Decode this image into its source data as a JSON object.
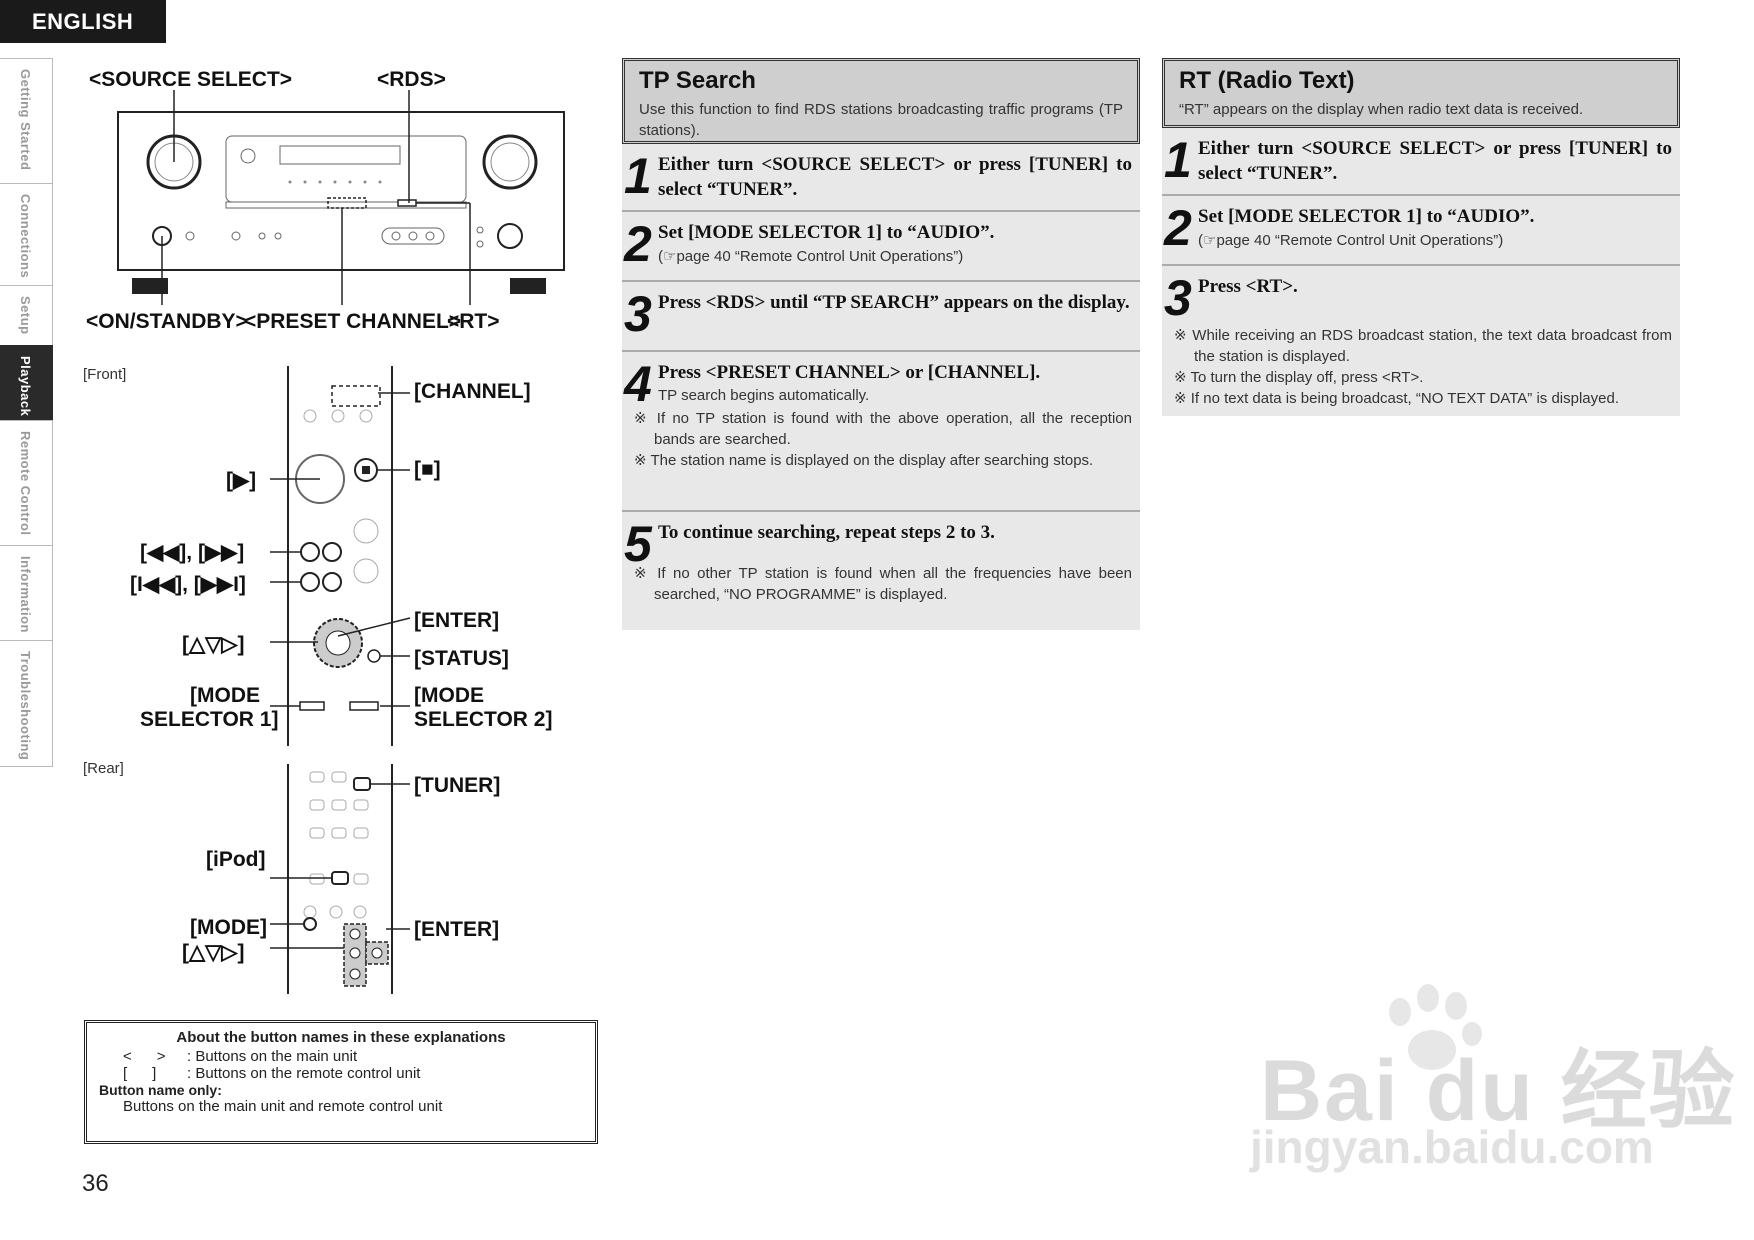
{
  "language_tab": "ENGLISH",
  "side_tabs": [
    "Getting Started",
    "Connections",
    "Setup",
    "Playback",
    "Remote Control",
    "Information",
    "Troubleshooting"
  ],
  "active_side_tab": "Playback",
  "unit_labels": {
    "source_select": "<SOURCE SELECT>",
    "rds": "<RDS>",
    "on_standby": "<ON/STANDBY>",
    "preset_channel": "<PRESET CHANNEL>",
    "rt": "<RT>"
  },
  "front_label": "[Front]",
  "rear_label": "[Rear]",
  "remote_front_labels": {
    "channel": "[CHANNEL]",
    "play": "[▶]",
    "stop": "[■]",
    "rew_ff": "[◀◀], [▶▶]",
    "skip": "[I◀◀], [▶▶I]",
    "enter": "[ENTER]",
    "cursor": "[△▽▷]",
    "status": "[STATUS]",
    "mode_selector1_a": "[MODE",
    "mode_selector1_b": "SELECTOR 1]",
    "mode_selector2_a": "[MODE",
    "mode_selector2_b": "SELECTOR 2]"
  },
  "remote_rear_labels": {
    "tuner": "[TUNER]",
    "ipod": "[iPod]",
    "mode": "[MODE]",
    "cursor": "[△▽▷]",
    "enter": "[ENTER]"
  },
  "tp_search": {
    "title": "TP Search",
    "subtitle": "Use this function to find RDS stations broadcasting traffic programs (TP stations).",
    "steps": [
      {
        "num": "1",
        "text": "Either turn <SOURCE SELECT> or press [TUNER] to select “TUNER”.",
        "sub": ""
      },
      {
        "num": "2",
        "text": "Set [MODE SELECTOR 1] to “AUDIO”.",
        "sub": "(☞page 40 “Remote Control Unit Operations”)"
      },
      {
        "num": "3",
        "text": "Press <RDS> until “TP SEARCH” appears on the display.",
        "sub": ""
      },
      {
        "num": "4",
        "text": "Press <PRESET CHANNEL> or [CHANNEL].",
        "sub": "TP search begins automatically."
      },
      {
        "num": "5",
        "text": "To continue searching, repeat steps 2 to 3.",
        "sub": ""
      }
    ],
    "notes_step4": [
      "※ If no TP station is found with the above operation, all the reception bands are searched.",
      "※ The station name is displayed on the display after searching stops."
    ],
    "notes_step5": [
      "※ If no other TP station is found when all the frequencies have been searched, “NO PROGRAMME” is displayed."
    ]
  },
  "rt_section": {
    "title": "RT (Radio Text)",
    "subtitle": "“RT” appears on the display when radio text data is received.",
    "steps": [
      {
        "num": "1",
        "text": "Either turn <SOURCE SELECT> or press [TUNER] to select “TUNER”.",
        "sub": ""
      },
      {
        "num": "2",
        "text": "Set [MODE SELECTOR 1] to “AUDIO”.",
        "sub": "(☞page 40 “Remote Control Unit Operations”)"
      },
      {
        "num": "3",
        "text": "Press <RT>.",
        "sub": ""
      }
    ],
    "notes": [
      "※ While receiving an RDS broadcast station, the text data broadcast from the station is displayed.",
      "※ To turn the display off, press <RT>.",
      "※ If no text data is being broadcast, “NO TEXT DATA” is displayed."
    ]
  },
  "info_box": {
    "title": "About the button names in these explanations",
    "line1_key": "<      >",
    "line1_val": ": Buttons on the main unit",
    "line2_key": "[      ]",
    "line2_val": ": Buttons on the remote control unit",
    "line3": "Button name only:",
    "line4": "Buttons on the main unit and remote control unit"
  },
  "page_number": "36",
  "watermark": {
    "main": "Bai du 经验",
    "url": "jingyan.baidu.com"
  }
}
